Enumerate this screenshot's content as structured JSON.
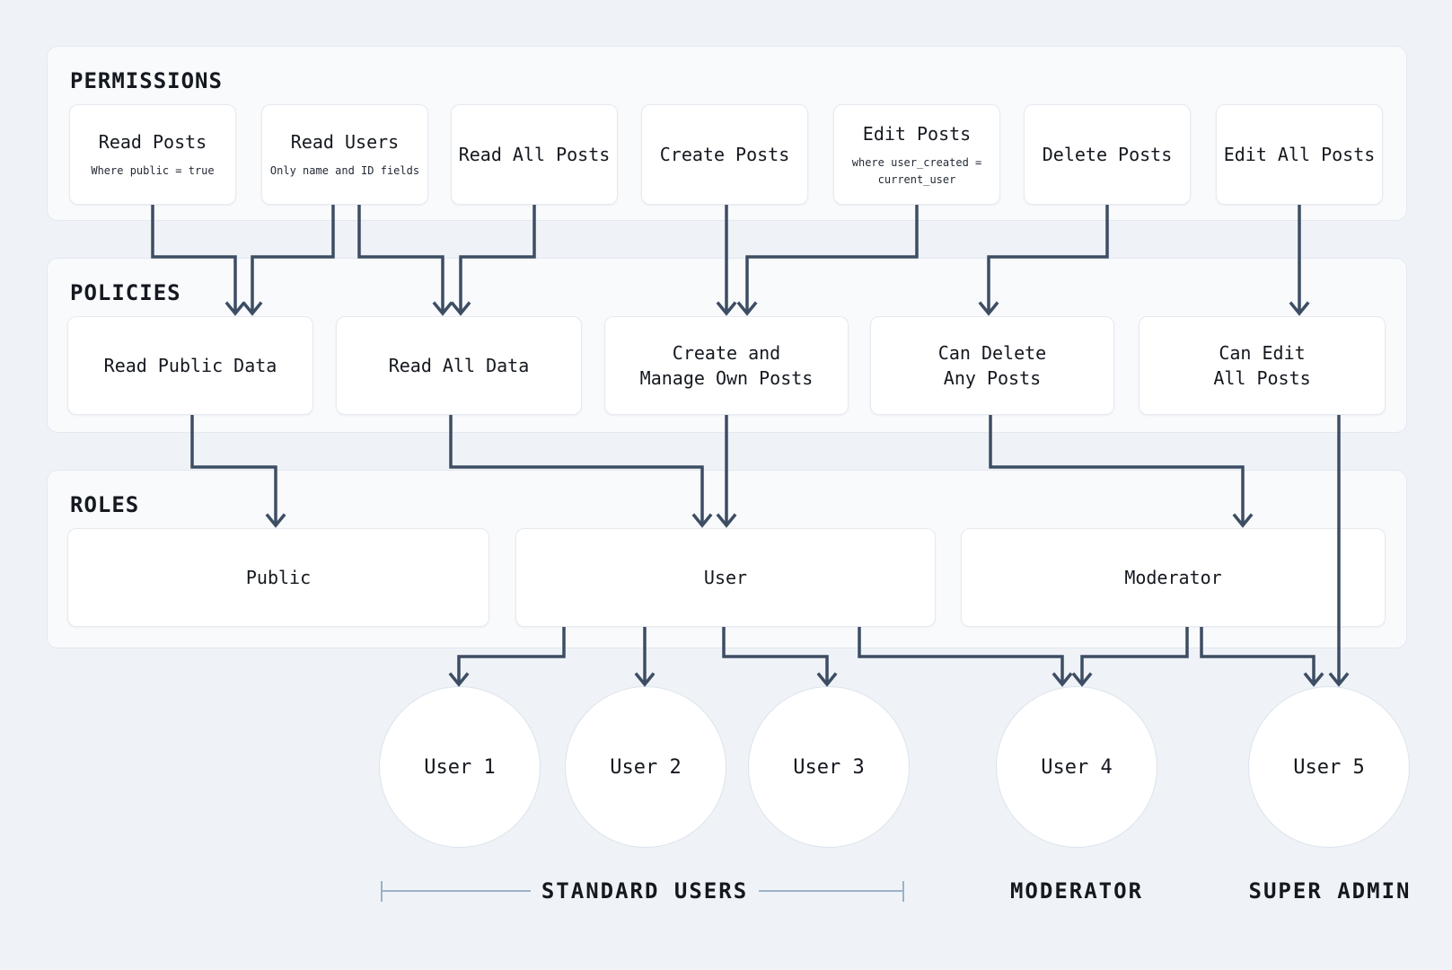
{
  "colors": {
    "background": "#eff3f8",
    "panel": "#f8fafc",
    "panel_border": "#e3e9f1",
    "node_background": "#ffffff",
    "node_border": "#e6eaf0",
    "text": "#14181f",
    "arrow": "#3d4d63",
    "bracket": "#9db1c5"
  },
  "sections": [
    {
      "id": "permissions",
      "title": "PERMISSIONS",
      "items": [
        {
          "label": "Read Posts",
          "sub": "Where public = true"
        },
        {
          "label": "Read Users",
          "sub": "Only name and ID fields"
        },
        {
          "label": "Read All Posts",
          "sub": ""
        },
        {
          "label": "Create Posts",
          "sub": ""
        },
        {
          "label": "Edit Posts",
          "sub": "where user_created =\ncurrent_user"
        },
        {
          "label": "Delete Posts",
          "sub": ""
        },
        {
          "label": "Edit All Posts",
          "sub": ""
        }
      ]
    },
    {
      "id": "policies",
      "title": "POLICIES",
      "items": [
        {
          "label": "Read Public Data"
        },
        {
          "label": "Read All Data"
        },
        {
          "label": "Create and\nManage Own Posts"
        },
        {
          "label": "Can Delete\nAny Posts"
        },
        {
          "label": "Can Edit\nAll Posts"
        }
      ]
    },
    {
      "id": "roles",
      "title": "ROLES",
      "items": [
        {
          "label": "Public"
        },
        {
          "label": "User"
        },
        {
          "label": "Moderator"
        }
      ]
    }
  ],
  "users": [
    {
      "label": "User 1"
    },
    {
      "label": "User 2"
    },
    {
      "label": "User 3"
    },
    {
      "label": "User 4"
    },
    {
      "label": "User 5"
    }
  ],
  "group_labels": [
    {
      "label": "STANDARD USERS"
    },
    {
      "label": "MODERATOR"
    },
    {
      "label": "SUPER ADMIN"
    }
  ]
}
